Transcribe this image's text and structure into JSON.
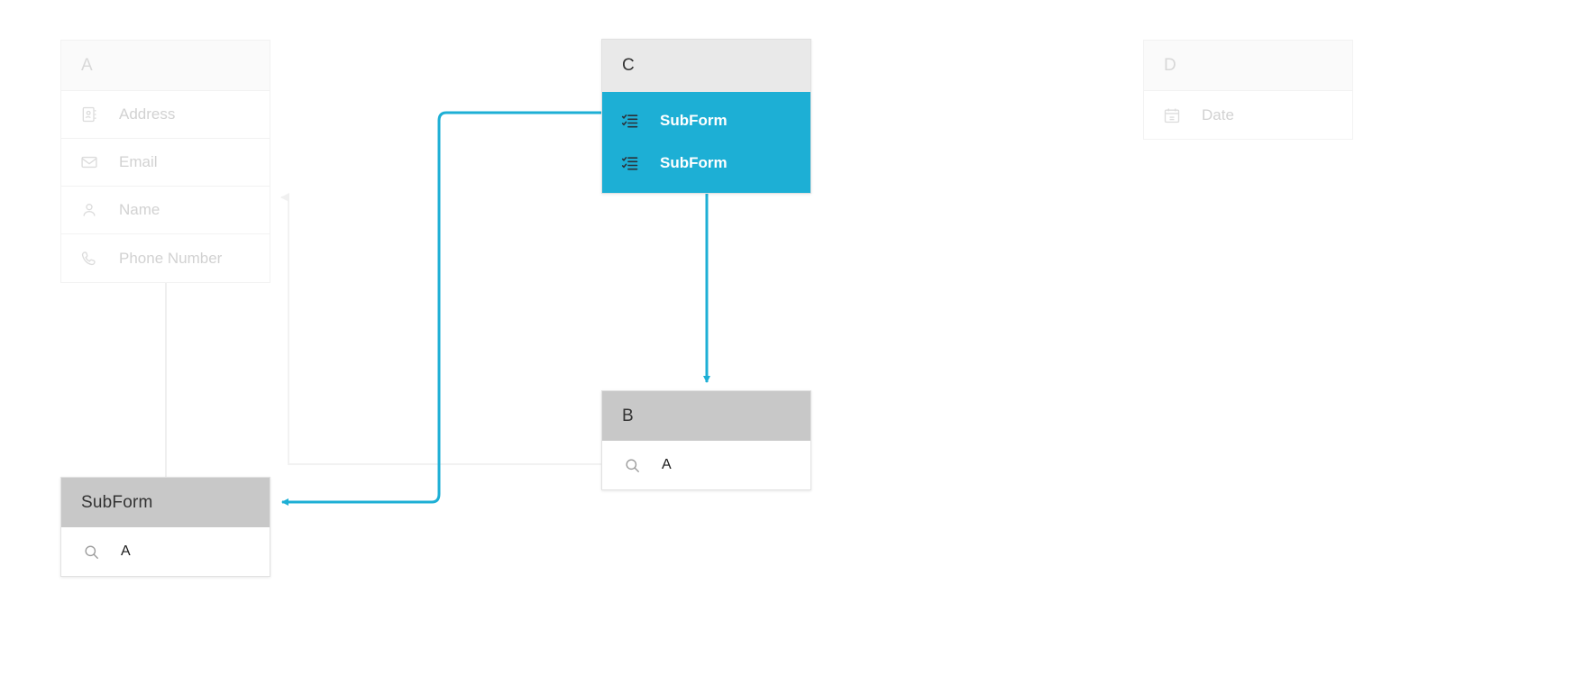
{
  "theme": {
    "accent": "#1dafd5",
    "header_gray_solid": "#c8c8c8",
    "header_gray_light": "#e9e9e9",
    "faded_text": "#d2d2d2",
    "dark_text": "#333333"
  },
  "cards": {
    "a": {
      "title": "A",
      "state": "faded",
      "fields": [
        {
          "label": "Address",
          "icon": "address-book-icon"
        },
        {
          "label": "Email",
          "icon": "envelope-icon"
        },
        {
          "label": "Name",
          "icon": "person-icon"
        },
        {
          "label": "Phone Number",
          "icon": "phone-icon"
        }
      ]
    },
    "c": {
      "title": "C",
      "state": "highlighted",
      "fields": [
        {
          "label": "SubForm",
          "icon": "checklist-icon"
        },
        {
          "label": "SubForm",
          "icon": "checklist-icon"
        }
      ]
    },
    "d": {
      "title": "D",
      "state": "faded",
      "fields": [
        {
          "label": "Date",
          "icon": "calendar-icon"
        }
      ]
    },
    "b": {
      "title": "B",
      "state": "normal",
      "fields": [
        {
          "label": "A",
          "icon": "search-icon"
        }
      ]
    },
    "subform": {
      "title": "SubForm",
      "state": "normal",
      "fields": [
        {
          "label": "A",
          "icon": "search-icon"
        }
      ]
    }
  },
  "connectors": [
    {
      "name": "c-subform1-to-subform-card",
      "style": "accent",
      "from": "card-c.field.0",
      "to": "card-subform.header"
    },
    {
      "name": "c-subform2-to-card-b",
      "style": "accent",
      "from": "card-c.field.1",
      "to": "card-b.header"
    },
    {
      "name": "card-b-to-card-a-name",
      "style": "muted",
      "from": "card-b.field.0",
      "to": "card-a.field.2"
    },
    {
      "name": "card-a-to-subform-card",
      "style": "muted",
      "from": "card-a.bottom",
      "to": "card-subform.top"
    }
  ]
}
